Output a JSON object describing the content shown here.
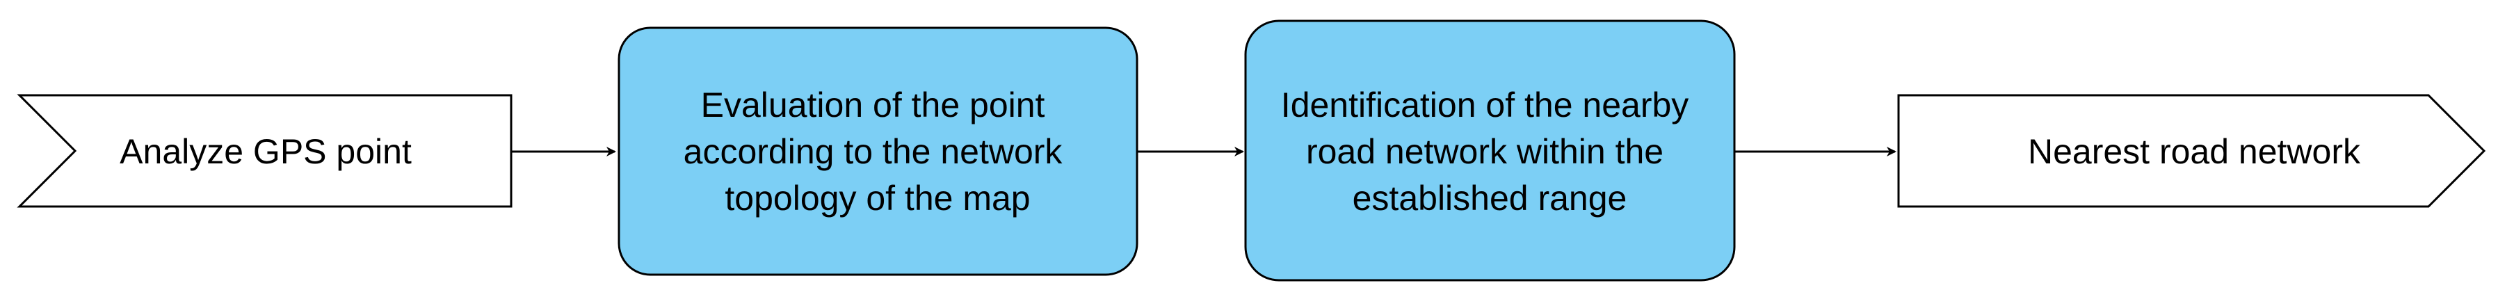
{
  "diagram": {
    "nodes": [
      {
        "id": "start",
        "shape": "step-start",
        "fill": "#ffffff",
        "stroke": "#000000",
        "lines": [
          "Analyze GPS point"
        ]
      },
      {
        "id": "evaluation",
        "shape": "rounded-rect",
        "fill": "#7ccff5",
        "stroke": "#000000",
        "lines": [
          "Evaluation of the point",
          "according to the network",
          "topology of the map"
        ]
      },
      {
        "id": "identification",
        "shape": "rounded-rect",
        "fill": "#7ccff5",
        "stroke": "#000000",
        "lines": [
          "Identification of the nearby",
          "road network within the",
          "established range"
        ]
      },
      {
        "id": "result",
        "shape": "step-end",
        "fill": "#ffffff",
        "stroke": "#000000",
        "lines": [
          "Nearest road network"
        ]
      }
    ],
    "edges": [
      {
        "from": "start",
        "to": "evaluation"
      },
      {
        "from": "evaluation",
        "to": "identification"
      },
      {
        "from": "identification",
        "to": "result"
      }
    ]
  }
}
